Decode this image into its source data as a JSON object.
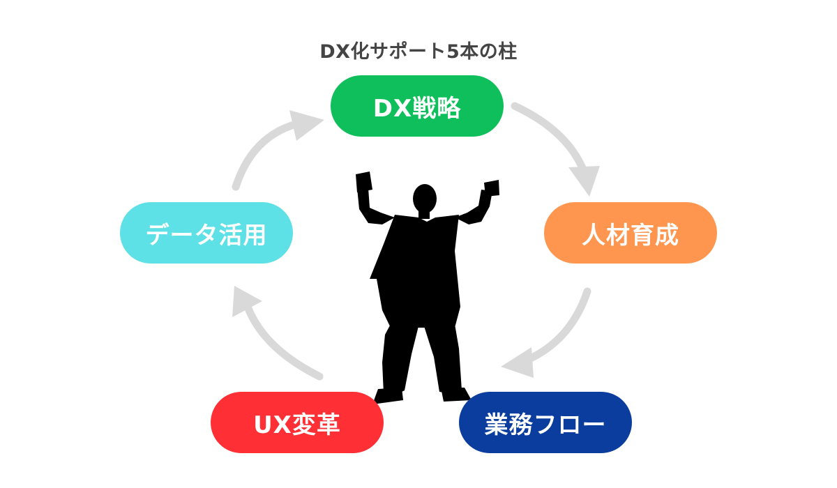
{
  "title": "DX化サポート5本の柱",
  "pillars": [
    {
      "key": "dx",
      "label": "DX戦略",
      "color": "#0fbf5c"
    },
    {
      "key": "hr",
      "label": "人材育成",
      "color": "#ff9650"
    },
    {
      "key": "flow",
      "label": "業務フロー",
      "color": "#0b3d9e"
    },
    {
      "key": "ux",
      "label": "UX変革",
      "color": "#ff2f36"
    },
    {
      "key": "data",
      "label": "データ活用",
      "color": "#5de0e6"
    }
  ],
  "colors": {
    "arrow": "#d9d9d9",
    "silhouette": "#000000",
    "title_text": "#444444"
  },
  "icons": [
    "curved-arrow-icon",
    "person-silhouette-icon"
  ]
}
